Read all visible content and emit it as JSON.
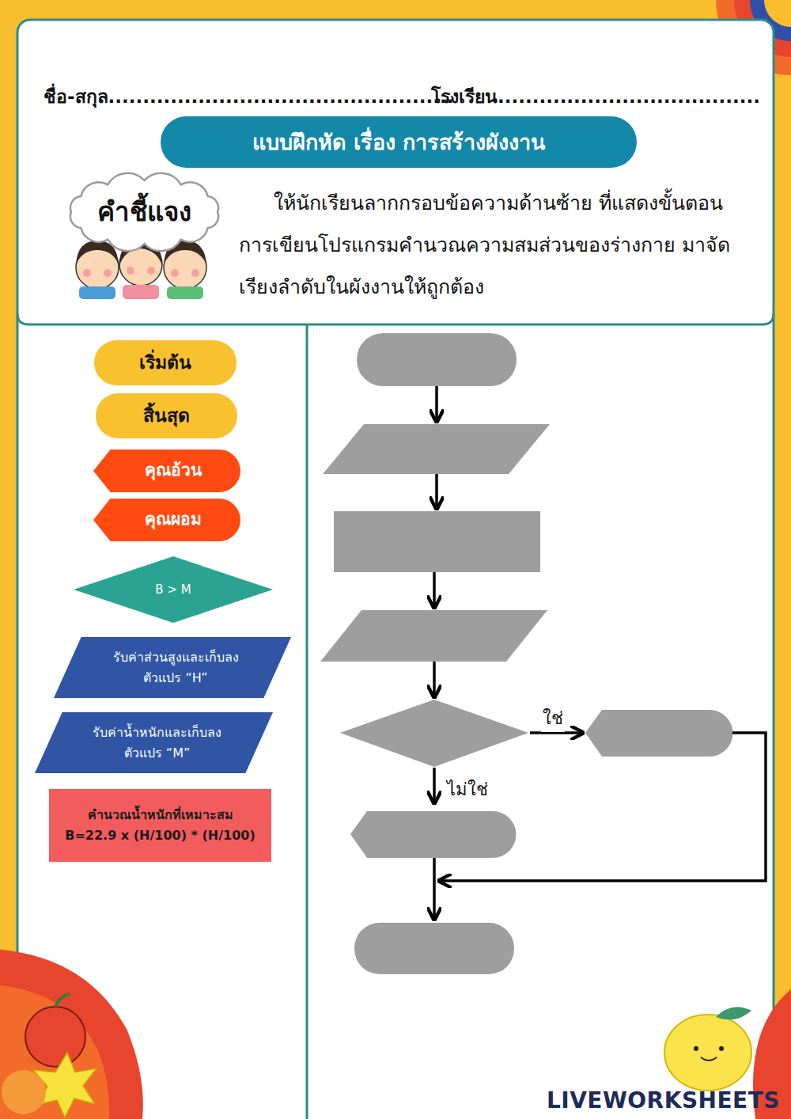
{
  "diagram": {
    "title": "แบบฝึกหัด เรื่อง การสร้างผังงาน",
    "nodes": [
      {
        "text": [
          "คำชี้แจง"
        ]
      },
      {
        "text": [
          "เริ่มต้น"
        ]
      },
      {
        "text": [
          "สิ้นสุด"
        ]
      },
      {
        "text": [
          "คุณอ้วน"
        ]
      },
      {
        "text": [
          "คุณผอม"
        ]
      },
      {
        "text": [
          "B > M"
        ]
      },
      {
        "text": [
          "รับค่าส่วนสูงและเก็บลง ตัวแปร “H”"
        ]
      },
      {
        "text": [
          "รับค่าน้ำหนักและเก็บลง ตัวแปร “M”"
        ]
      },
      {
        "text": [
          "คำนวณน้ำหนักที่เหมาะสม",
          "B=22.9 x (H/100) * (H/100)"
        ]
      }
    ],
    "labels": [
      "ชื่อ-สกุล..................................................",
      "โรงเรียน......................................",
      "ให้นักเรียนลากกรอบข้อความด้านซ้าย ที่แสดงขั้นตอน การเขียนโปรแกรมคำนวณความสมส่วนของร่างกาย มาจัดเรียงลำดับในผังงานให้ถูกต้อง",
      "ใช่",
      "ไม่ใช่",
      "LIVEWORKSHEETS"
    ]
  }
}
